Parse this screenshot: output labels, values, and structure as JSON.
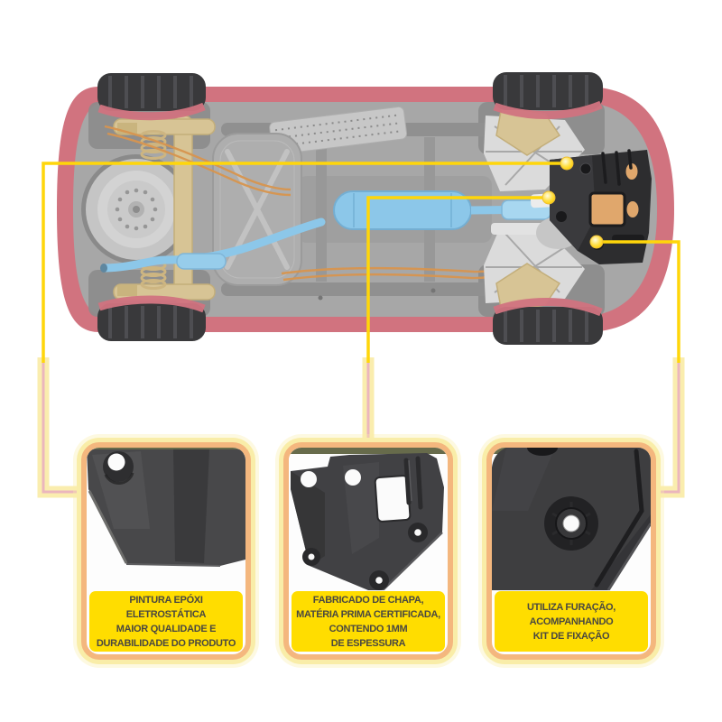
{
  "colors": {
    "page-bg": "#FFFFFF",
    "accent-yellow": "#FFD60A",
    "band-yellow": "#F7E482",
    "fade-pink": "#EBB6BD",
    "label-yellow": "#FFDD00",
    "label-text": "#4A4840",
    "card-border": "#F4B77E",
    "card-glow": "#F9EDA8",
    "body-pink": "#D1737F",
    "chassis-gray": "#A7A7A7",
    "tire-black": "#39393B",
    "exhaust-blue": "#8CC7E9",
    "plate-black": "#2D2D2F",
    "beige": "#D7C495",
    "copper": "#D8954F",
    "tan-orange": "#E0A76C"
  },
  "cards": [
    {
      "name": "epoxy-paint",
      "label": "PINTURA EPÓXI\nELETROSTÁTICA\nMAIOR QUALIDADE E\nDURABILIDADE DO PRODUTO"
    },
    {
      "name": "sheet-material",
      "label": "FABRICADO DE CHAPA,\nMATÉRIA PRIMA CERTIFICADA,\nCONTENDO 1MM\nDE ESPESSURA"
    },
    {
      "name": "mounting-kit",
      "label": "UTILIZA FURAÇÃO,\nACOMPANHANDO\nKIT DE FIXAÇÃO"
    }
  ]
}
